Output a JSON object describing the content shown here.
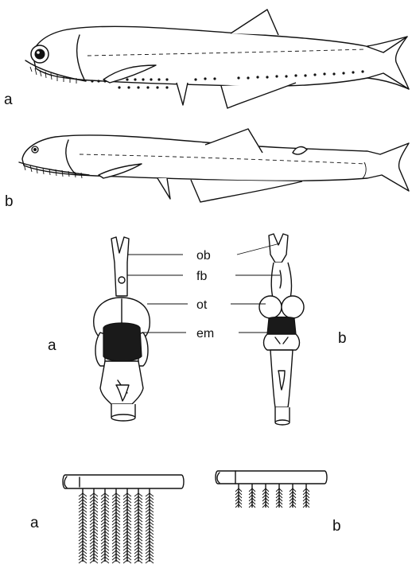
{
  "fish_panel": {
    "label_a": "a",
    "label_b": "b"
  },
  "brain_panel": {
    "label_a": "a",
    "label_b": "b",
    "annotations": [
      "ob",
      "fb",
      "ot",
      "em"
    ]
  },
  "gill_panel": {
    "label_a": "a",
    "label_b": "b"
  }
}
